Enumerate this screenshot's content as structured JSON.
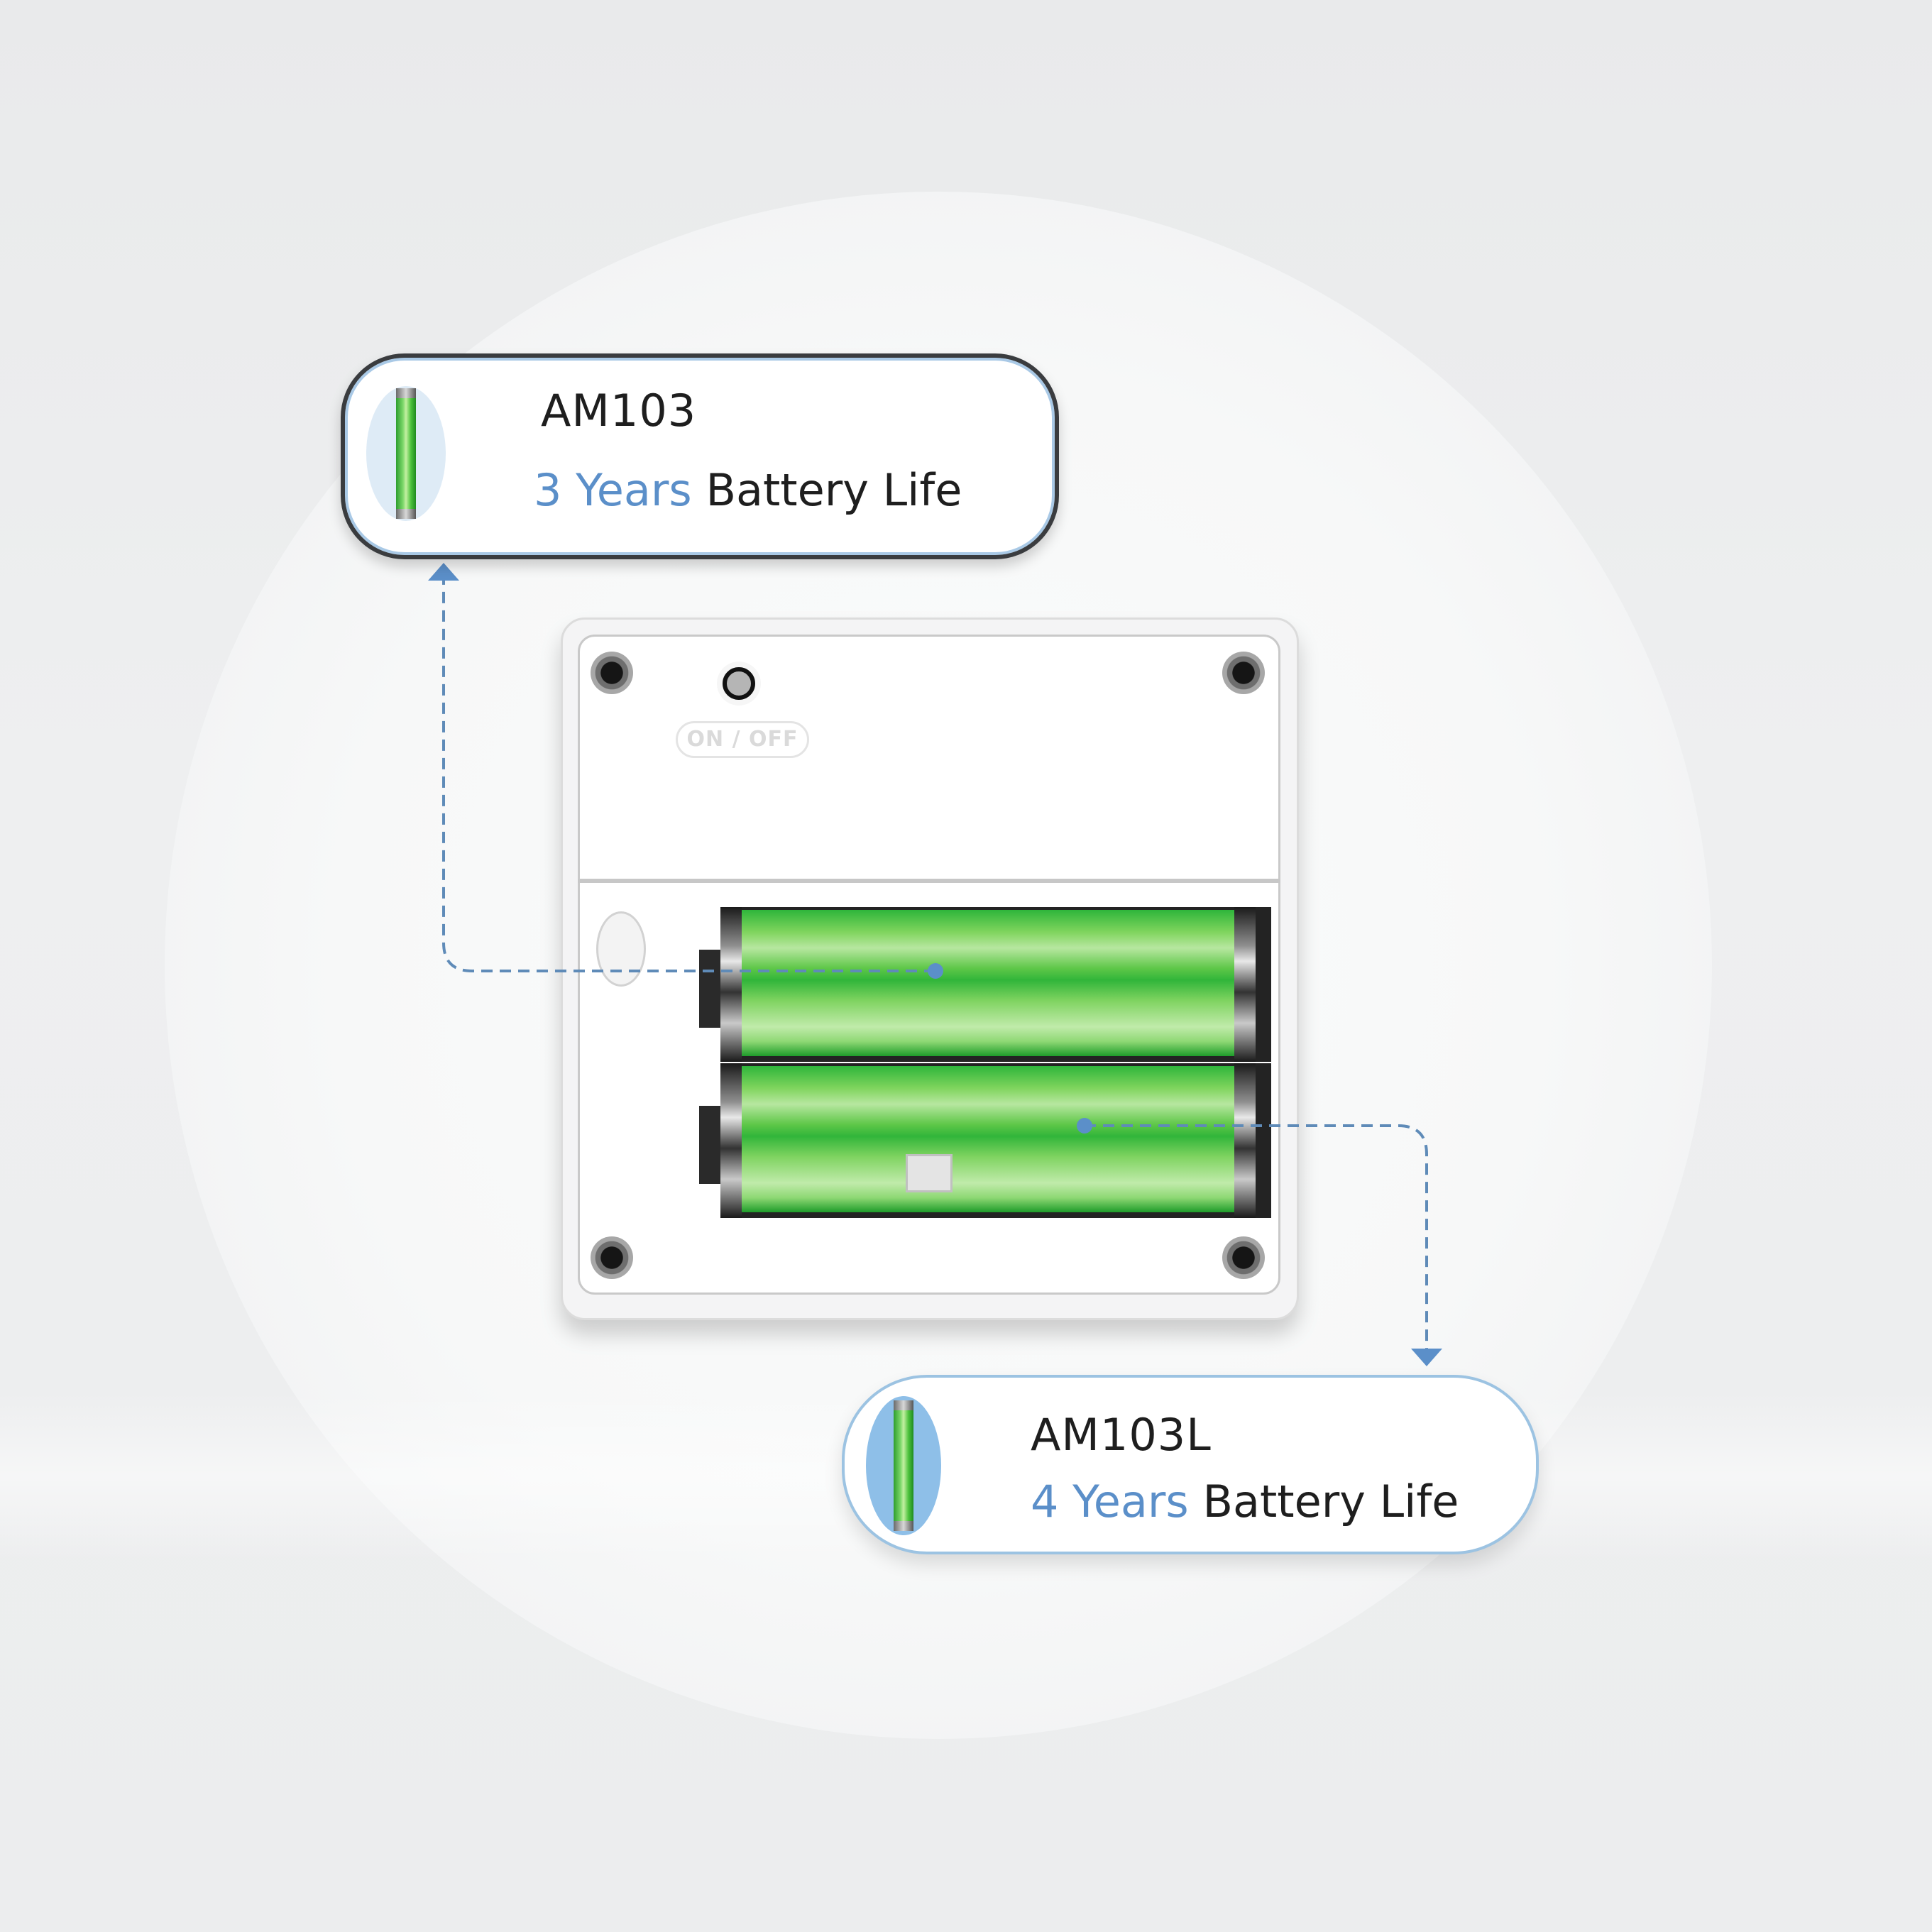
{
  "callouts": [
    {
      "model": "AM103",
      "years": "3 Years",
      "suffix": "Battery Life",
      "icon": "battery-icon"
    },
    {
      "model": "AM103L",
      "years": "4 Years",
      "suffix": "Battery Life",
      "icon": "battery-icon"
    }
  ],
  "device": {
    "switch_label": "ON / OFF",
    "battery_count": 2
  },
  "colors": {
    "accent_blue": "#5b8fc9",
    "connector_blue": "#5f8bb8",
    "battery_green": "#4cc23c",
    "card_border_dark": "#3a3c3f",
    "card_border_light": "#9cc3e2"
  }
}
